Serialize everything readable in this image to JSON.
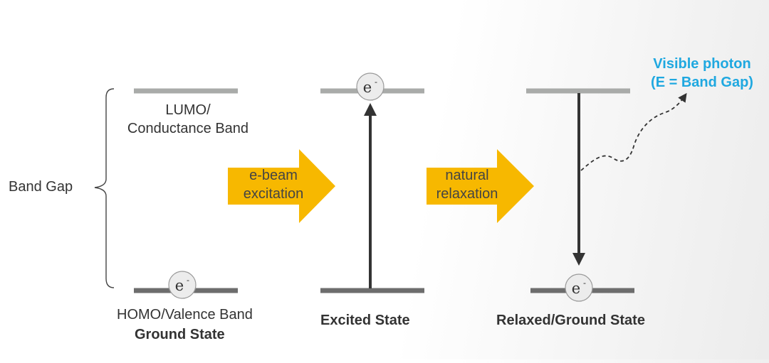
{
  "labels": {
    "band_gap": "Band Gap",
    "lumo_line1": "LUMO/",
    "lumo_line2": "Conductance Band",
    "homo": "HOMO/Valence Band",
    "ground_state": "Ground State",
    "arrow1_line1": "e-beam",
    "arrow1_line2": "excitation",
    "excited_state": "Excited State",
    "arrow2_line1": "natural",
    "arrow2_line2": "relaxation",
    "relaxed_state": "Relaxed/Ground State",
    "photon_line1": "Visible photon",
    "photon_line2": "(E = Band Gap)",
    "electron": "e",
    "electron_charge": "-"
  },
  "colors": {
    "lumo_line": "#a9aba9",
    "homo_line": "#6d6d6d",
    "process_arrow": "#f7b800",
    "photon_text": "#1fa8e0",
    "transition_arrow": "#333333",
    "electron_fill": "#ececec"
  }
}
